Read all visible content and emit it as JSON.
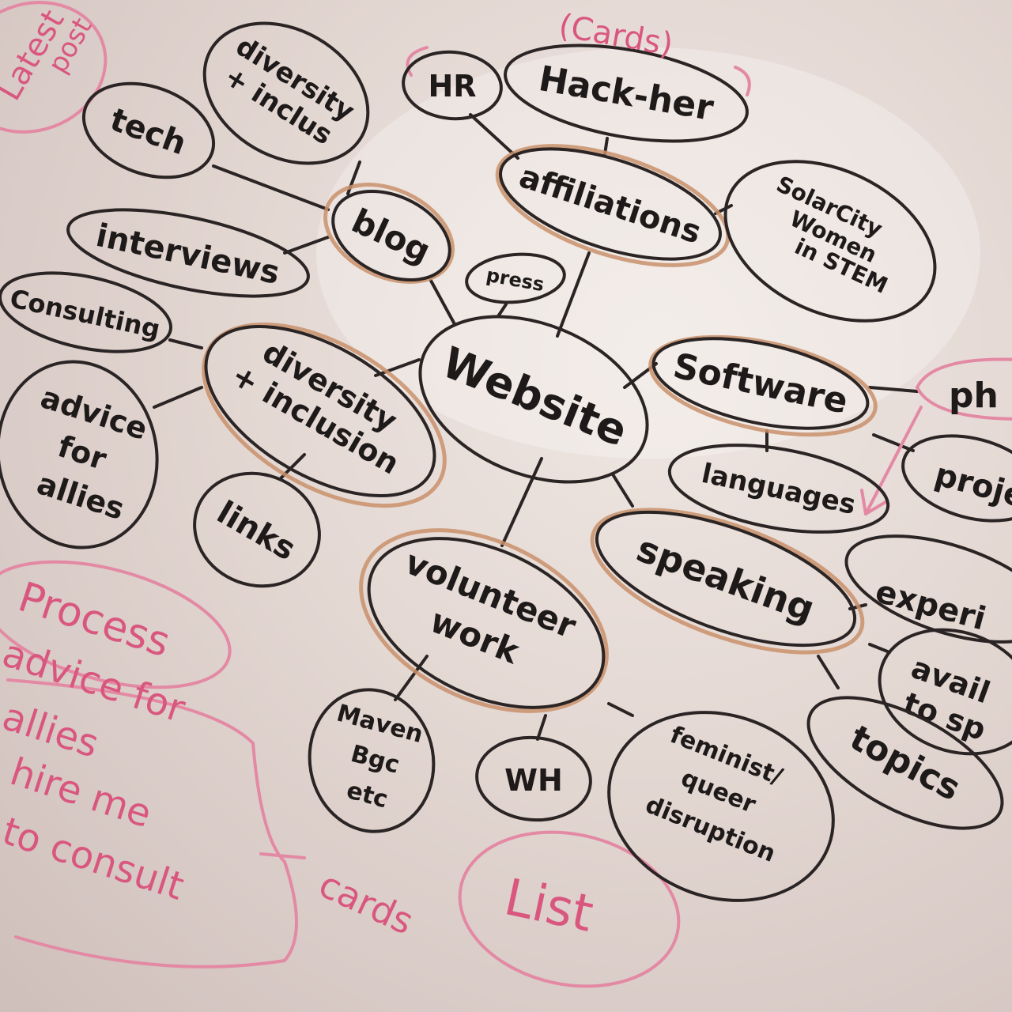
{
  "nodes": {
    "website": "Website",
    "blog": "blog",
    "tech": "tech",
    "diversity_inclus": [
      "diversity",
      "+ inclus"
    ],
    "interviews": "interviews",
    "consulting": "Consulting",
    "diversity_inclusion": [
      "diversity",
      "+ inclusion"
    ],
    "advice_for_allies": [
      "advice",
      "for",
      "allies"
    ],
    "links": "links",
    "press": "press",
    "affiliations": "affiliations",
    "hr": "HR",
    "hack_her": "Hack-her",
    "solarcity": [
      "SolarCity",
      "Women",
      "in STEM"
    ],
    "software": "Software",
    "languages": "languages",
    "ph_partial": "ph",
    "proj_partial": "proje",
    "speaking": "speaking",
    "experience_partial": "experi",
    "available_partial": [
      "avail",
      "to sp"
    ],
    "topics": "topics",
    "volunteer_work": [
      "volunteer",
      "work"
    ],
    "maven": [
      "Maven",
      "Bgc",
      "etc"
    ],
    "wh": "WH",
    "feminist": [
      "feminist/",
      "queer",
      "disruption"
    ]
  },
  "pink_notes": {
    "latest_posts": [
      "Latest",
      "post"
    ],
    "cards_top": "(Cards)",
    "process": "Process",
    "side_list": [
      "advice for",
      "allies",
      "hire me",
      "to consult"
    ],
    "cards_bottom": "cards",
    "list": "List"
  },
  "colors": {
    "ink": "#1e1a1a",
    "highlight": "#c9906b",
    "pink_marker": "#d9577f",
    "board": "#e6dbd6"
  }
}
